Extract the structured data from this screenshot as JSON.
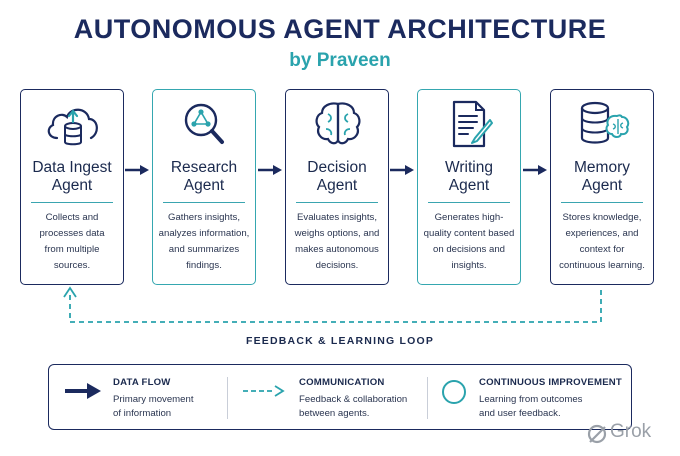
{
  "title": "AUTONOMOUS AGENT ARCHITECTURE",
  "subtitle": "by Praveen",
  "agents": [
    {
      "name_line1": "Data Ingest",
      "name_line2": "Agent",
      "icon": "cloud-database-icon",
      "description": [
        "Collects and",
        "processes data",
        "from multiple",
        "sources."
      ]
    },
    {
      "name_line1": "Research",
      "name_line2": "Agent",
      "icon": "magnifier-network-icon",
      "description": [
        "Gathers insights,",
        "analyzes information,",
        "and summarizes",
        "findings."
      ]
    },
    {
      "name_line1": "Decision",
      "name_line2": "Agent",
      "icon": "brain-icon",
      "description": [
        "Evaluates insights,",
        "weighs options, and",
        "makes autonomous",
        "decisions."
      ]
    },
    {
      "name_line1": "Writing",
      "name_line2": "Agent",
      "icon": "document-pen-icon",
      "description": [
        "Generates high-",
        "quality content based",
        "on decisions and",
        "insights."
      ]
    },
    {
      "name_line1": "Memory",
      "name_line2": "Agent",
      "icon": "database-brain-icon",
      "description": [
        "Stores knowledge,",
        "experiences, and",
        "context for",
        "continuous learning."
      ]
    }
  ],
  "loop_label": "FEEDBACK & LEARNING LOOP",
  "legend": [
    {
      "title": "DATA FLOW",
      "desc_line1": "Primary movement",
      "desc_line2": "of information",
      "icon": "solid-arrow-icon"
    },
    {
      "title": "COMMUNICATION",
      "desc_line1": "Feedback & collaboration",
      "desc_line2": "between agents.",
      "icon": "dashed-arrow-icon"
    },
    {
      "title": "CONTINUOUS IMPROVEMENT",
      "desc_line1": "Learning from outcomes",
      "desc_line2": "and user feedback.",
      "icon": "circle-icon"
    }
  ],
  "watermark": "Grok",
  "colors": {
    "navy": "#1b2a5e",
    "teal": "#2aa3ad",
    "text": "#2a3550"
  }
}
